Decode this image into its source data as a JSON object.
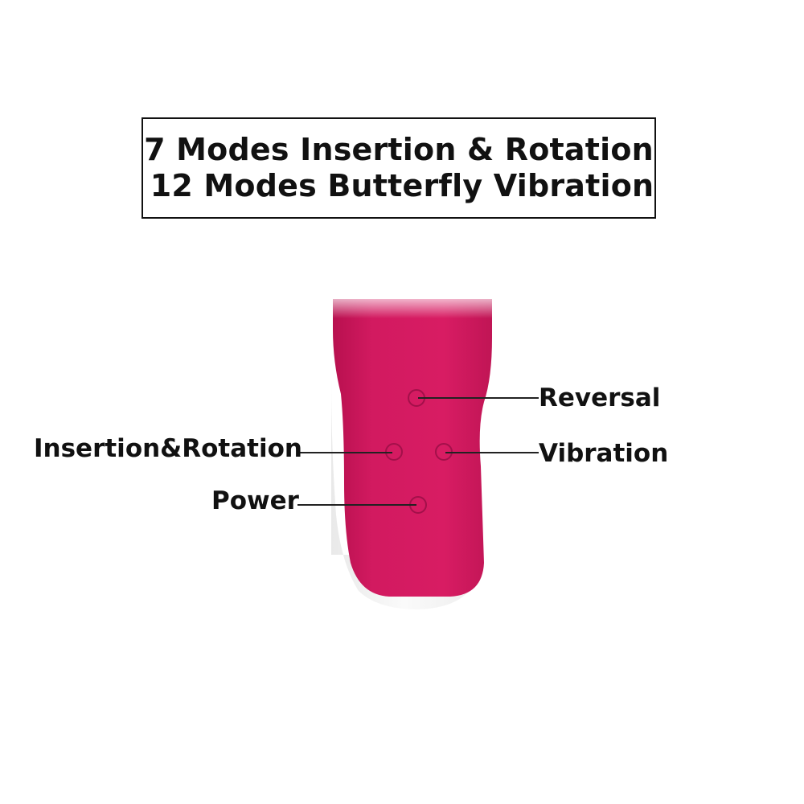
{
  "title": {
    "line1": "7 Modes Insertion & Rotation",
    "line2": "12 Modes Butterfly Vibration"
  },
  "buttons": {
    "reversal": "Reversal",
    "vibration": "Vibration",
    "insertion_rotation": "Insertion&Rotation",
    "power": "Power"
  },
  "colors": {
    "body": "#d0185e",
    "body_shadow": "#a8104a",
    "base": "#f2f2f2"
  }
}
